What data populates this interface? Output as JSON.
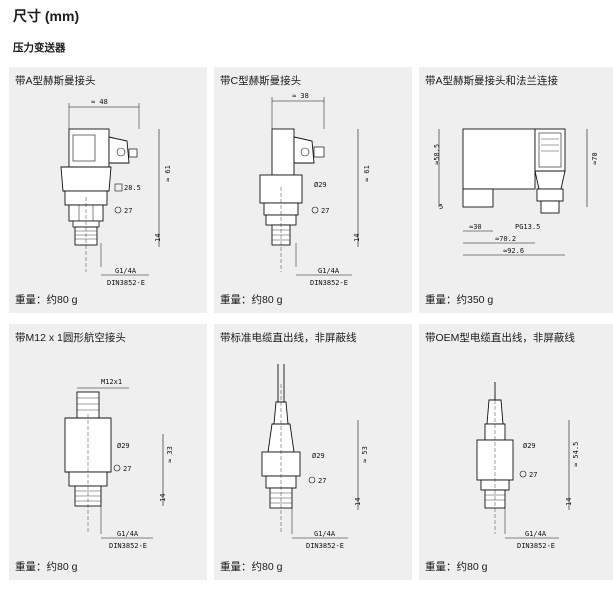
{
  "page_title": "尺寸 (mm)",
  "section_title": "压力变送器",
  "cards": [
    {
      "title": "带A型赫斯曼接头",
      "weight": "重量：约80 g",
      "dims": {
        "width": "≈ 48",
        "height": "≈ 61",
        "square": "28.5",
        "hex": "27",
        "thread_len": "14",
        "thread": "G1/4A",
        "std": "DIN3852-E"
      }
    },
    {
      "title": "带C型赫斯曼接头",
      "weight": "重量：约80 g",
      "dims": {
        "width": "≈ 38",
        "height": "≈ 61",
        "diameter": "Ø29",
        "hex": "27",
        "thread_len": "14",
        "thread": "G1/4A",
        "std": "DIN3852-E"
      }
    },
    {
      "title": "带A型赫斯曼接头和法兰连接",
      "weight": "重量：约350 g",
      "dims": {
        "height_total": "≈70",
        "height": "≈58.5",
        "small": "5",
        "w30": "≈30",
        "gland": "PG13.5",
        "w70": "≈70.2",
        "w92": "≈92.6"
      }
    },
    {
      "title": "带M12 x 1圆形航空接头",
      "weight": "重量：约80 g",
      "dims": {
        "connector": "M12x1",
        "diameter": "Ø29",
        "hex": "27",
        "height": "≈ 33",
        "thread_len": "14",
        "thread": "G1/4A",
        "std": "DIN3852-E"
      }
    },
    {
      "title": "带标准电缆直出线，非屏蔽线",
      "weight": "重量：约80 g",
      "dims": {
        "diameter": "Ø29",
        "hex": "27",
        "height": "≈ 53",
        "thread_len": "14",
        "thread": "G1/4A",
        "std": "DIN3852-E"
      }
    },
    {
      "title": "带OEM型电缆直出线，非屏蔽线",
      "weight": "重量：约80 g",
      "dims": {
        "diameter": "Ø29",
        "hex": "27",
        "height": "≈ 54.5",
        "thread_len": "14",
        "thread": "G1/4A",
        "std": "DIN3852-E"
      }
    }
  ]
}
